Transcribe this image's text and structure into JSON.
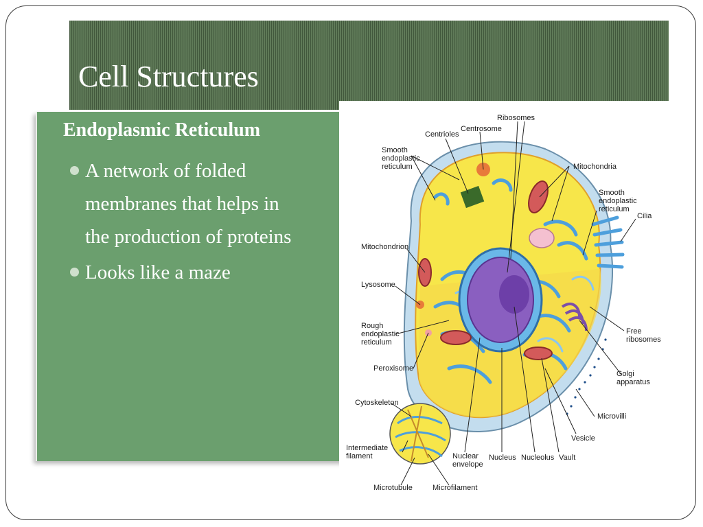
{
  "slide": {
    "title": "Cell Structures",
    "heading": "Endoplasmic Reticulum",
    "bullets": [
      {
        "lines": [
          "A network of folded",
          "membranes that helps in",
          "the production of proteins"
        ]
      },
      {
        "lines": [
          "Looks like a maze"
        ]
      }
    ]
  },
  "diagram_labels": {
    "ribosomes": "Ribosomes",
    "centrioles": "Centrioles",
    "centrosome": "Centrosome",
    "smooth_er_left": [
      "Smooth",
      "endoplastic",
      "reticulum"
    ],
    "mitochondria": "Mitochondria",
    "smooth_er_right": [
      "Smooth",
      "endoplastic",
      "reticulum"
    ],
    "cilia": "Cilia",
    "mitochondrion": "Mitochondrion",
    "lysosome": "Lysosome",
    "rough_er": [
      "Rough",
      "endoplastic",
      "reticulum"
    ],
    "free_ribosomes": [
      "Free",
      "ribosomes"
    ],
    "peroxisome": "Peroxisome",
    "golgi": [
      "Golgi",
      "apparatus"
    ],
    "cytoskeleton": "Cytoskeleton",
    "microvilli": "Microvilli",
    "vesicle": "Vesicle",
    "intermediate_filament": [
      "Intermediate",
      "filament"
    ],
    "nuclear_envelope": [
      "Nuclear",
      "envelope"
    ],
    "nucleus": "Nucleus",
    "nucleolus": "Nucleolus",
    "vault": "Vault",
    "microtubule": "Microtubule",
    "microfilament": "Microfilament"
  },
  "colors": {
    "title_bar": "#5f7a58",
    "content_panel": "#6b9f6e",
    "text": "#ffffff",
    "cytoplasm": "#f7e64a",
    "membrane_outer": "#c3ddee",
    "nucleus": "#8a5fc0",
    "er": "#4d9fdc",
    "mitochondria": "#d35a5a"
  }
}
